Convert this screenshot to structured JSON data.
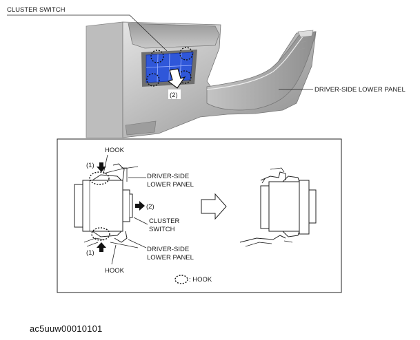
{
  "labels": {
    "cluster_switch": "CLUSTER SWITCH",
    "driver_side_lower_panel": "DRIVER-SIDE LOWER PANEL",
    "step2_top": "(2)"
  },
  "detail": {
    "hook_top": "HOOK",
    "hook_bottom": "HOOK",
    "step1_top": "(1)",
    "step1_bottom": "(1)",
    "step2": "(2)",
    "panel_top_line1": "DRIVER-SIDE",
    "panel_top_line2": "LOWER PANEL",
    "switch_line1": "CLUSTER",
    "switch_line2": "SWITCH",
    "panel_bottom_line1": "DRIVER-SIDE",
    "panel_bottom_line2": "LOWER PANEL",
    "legend_text": ": HOOK"
  },
  "caption": "ac5uuw00010101",
  "colors": {
    "panel_light": "#d6d6d6",
    "panel_mid": "#a9a9a9",
    "panel_dark": "#7c7c7c",
    "switch_blue": "#2f57d9",
    "switch_blue_dark": "#1d3aa6",
    "line": "#222222"
  }
}
